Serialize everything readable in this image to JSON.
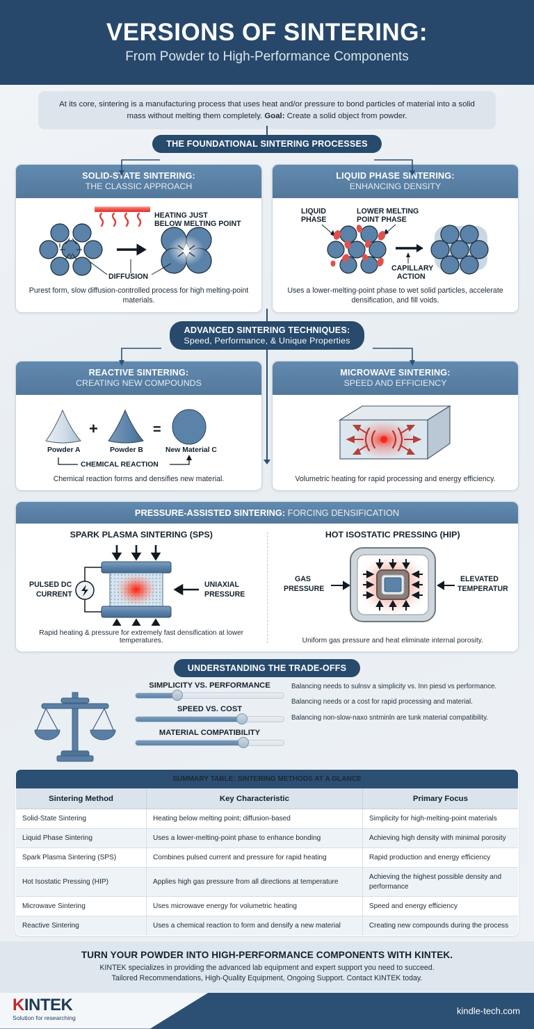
{
  "hero": {
    "title": "VERSIONS OF SINTERING:",
    "subtitle": "From Powder to High-Performance Components"
  },
  "intro": {
    "text_before": "At its core, sintering is a manufacturing process that uses heat and/or pressure to bond particles of material into a solid mass without melting them completely. ",
    "goal_label": "Goal:",
    "text_after": " Create a solid object from powder."
  },
  "section_foundational": {
    "pill": "THE FOUNDATIONAL SINTERING PROCESSES",
    "cards": [
      {
        "title": "SOLID-STATE SINTERING:",
        "subtitle": "THE CLASSIC APPROACH",
        "labels": {
          "heating": "HEATING JUST\nBELOW MELTING POINT",
          "heating_l1": "HEATING JUST",
          "heating_l2": "BELOW MELTING POINT",
          "diffusion": "DIFFUSION"
        },
        "caption": "Purest form, slow diffusion-controlled process for high melting-point materials."
      },
      {
        "title": "LIQUID PHASE SINTERING:",
        "subtitle": "ENHANCING DENSITY",
        "labels": {
          "liquid_l1": "LIQUID",
          "liquid_l2": "PHASE",
          "lower_l1": "LOWER MELTING",
          "lower_l2": "POINT PHASE",
          "capillary_l1": "CAPILLARY",
          "capillary_l2": "ACTION"
        },
        "caption": "Uses a lower-melting-point phase to wet solid particles, accelerate densification, and fill voids."
      }
    ]
  },
  "section_advanced": {
    "pill_line1": "ADVANCED SINTERING TECHNIQUES:",
    "pill_line2": "Speed, Performance, & Unique Properties",
    "cards": [
      {
        "title": "REACTIVE SINTERING:",
        "subtitle": "CREATING NEW COMPOUNDS",
        "labels": {
          "powder_a": "Powder A",
          "powder_b": "Powder B",
          "new_material": "New Material C",
          "plus": "+",
          "equals": "=",
          "reaction": "CHEMICAL REACTION"
        },
        "caption": "Chemical reaction forms and densifies new material."
      },
      {
        "title": "MICROWAVE SINTERING:",
        "subtitle": "SPEED AND EFFICIENCY",
        "labels": {},
        "caption": "Volumetric heating for rapid processing and energy efficiency."
      }
    ]
  },
  "section_pressure": {
    "head_bold": "PRESSURE-ASSISTED SINTERING:",
    "head_light": " FORCING DENSIFICATION",
    "left": {
      "title": "SPARK PLASMA SINTERING (SPS)",
      "labels": {
        "left_l1": "PULSED DC",
        "left_l2": "CURRENT",
        "right_l1": "UNIAXIAL",
        "right_l2": "PRESSURE"
      },
      "caption": "Rapid heating & pressure for extremely fast densification at lower temperatures."
    },
    "right": {
      "title": "HOT ISOSTATIC PRESSING (HIP)",
      "labels": {
        "left_l1": "GAS",
        "left_l2": "PRESSURE",
        "right_l1": "ELEVATED",
        "right_l2": "TEMPERATURE"
      },
      "caption": "Uniform gas pressure and heat eliminate internal porosity."
    }
  },
  "section_tradeoffs": {
    "pill": "UNDERSTANDING THE TRADE-OFFS",
    "sliders": [
      {
        "label": "SIMPLICITY VS. PERFORMANCE",
        "value": 28
      },
      {
        "label": "SPEED VS. COST",
        "value": 72
      },
      {
        "label": "MATERIAL COMPATIBILITY",
        "value": 73
      }
    ],
    "descriptions": [
      "Balancing needs to sulnsv a simplicity vs. Inn piesd vs performance.",
      "Balancing needs or a cost for rapid processing and material.",
      "Balancing non-slow-naxo sntminln are tunk material compatibility."
    ]
  },
  "summary_table": {
    "title": "SUMMARY TABLE: SINTERING METHODS AT A GLANCE",
    "columns": [
      "Sintering Method",
      "Key Characteristic",
      "Primary Focus"
    ],
    "rows": [
      [
        "Solid-State Sintering",
        "Heating below melting point; diffusion-based",
        "Simplicity for high-melting-point materials"
      ],
      [
        "Liquid Phase Sintering",
        "Uses a lower-melting-point phase to enhance bonding",
        "Achieving high density with minimal porosity"
      ],
      [
        "Spark Plasma Sintering (SPS)",
        "Combines pulsed current and pressure for rapid heating",
        "Rapid production and energy efficiency"
      ],
      [
        "Hot Isostatic Pressing (HIP)",
        "Applies high gas pressure from all directions at temperature",
        "Achieving the highest possible density and performance"
      ],
      [
        "Microwave Sintering",
        "Uses microwave energy for volumetric heating",
        "Speed and energy efficiency"
      ],
      [
        "Reactive Sintering",
        "Uses a chemical reaction to form and densify a new material",
        "Creating new compounds during the process"
      ]
    ]
  },
  "cta": {
    "headline": "TURN YOUR POWDER INTO HIGH-PERFORMANCE COMPONENTS WITH KINTEK.",
    "line1": "KINTEK specializes in providing the advanced lab equipment and expert support you need to succeed.",
    "line2": "Tailored Recommendations, High-Quality Equipment, Ongoing Support. Contact KINTEK today."
  },
  "footer": {
    "logo_k": "K",
    "logo_rest": "INTEK",
    "logo_tagline": "Solution for researching",
    "url": "kindle-tech.com"
  },
  "colors": {
    "hero_bg": "#27486b",
    "card_head": "#53789c",
    "pill": "#274a6d",
    "table_title": "#2c4f74",
    "accent_red": "#c0272d",
    "particle_blue": "#5b82a8",
    "heat_red": "#e8413c"
  }
}
